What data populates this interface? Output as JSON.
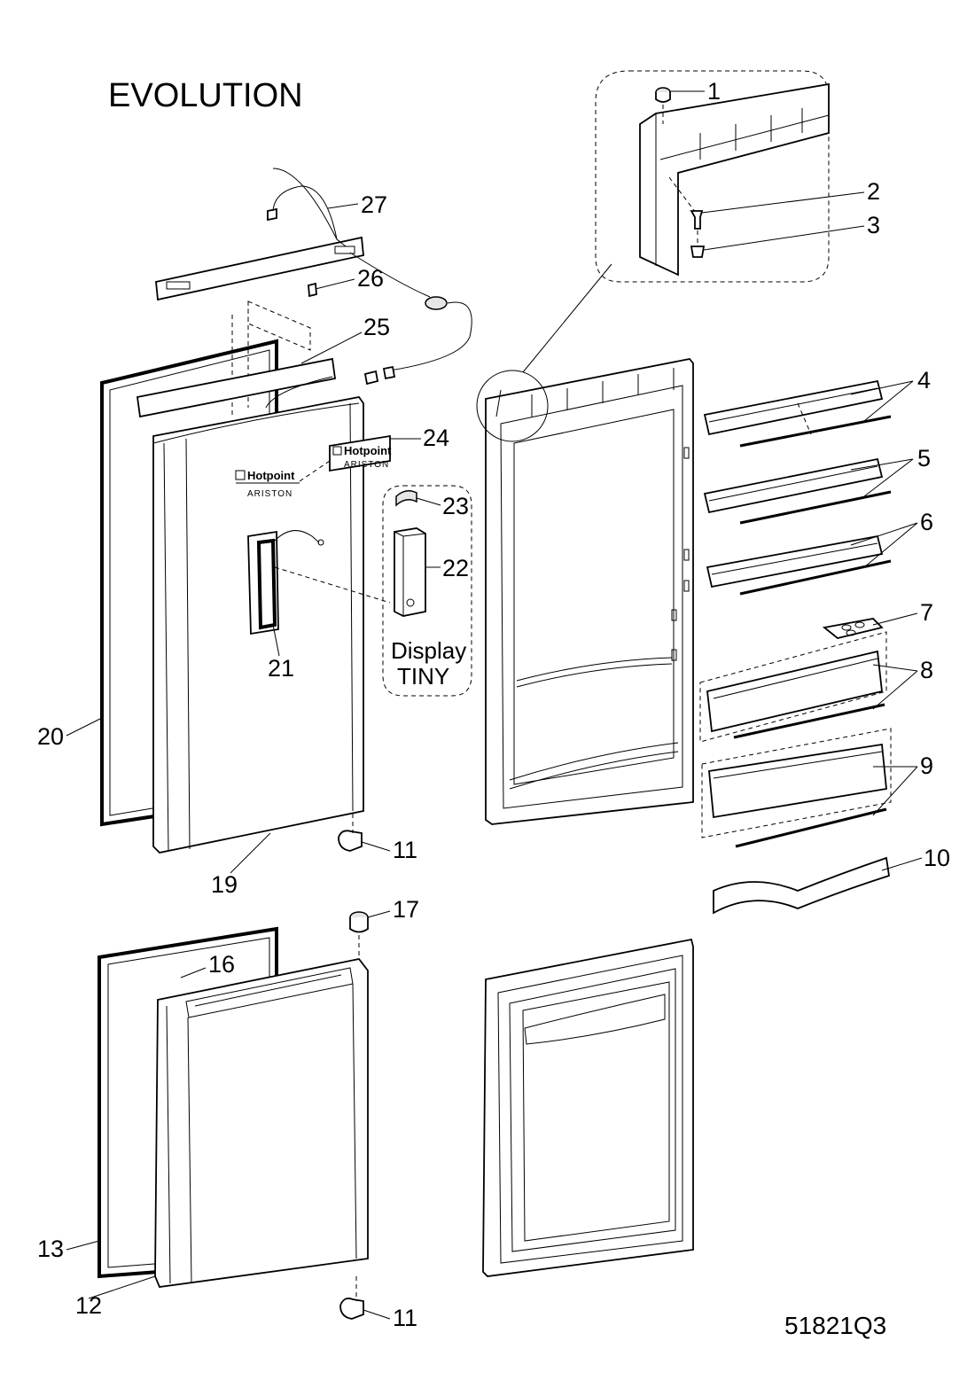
{
  "title": "EVOLUTION",
  "drawing_code": "51821Q3",
  "display_group": {
    "line1": "Display",
    "line2": "TINY"
  },
  "brand": {
    "name": "Hotpoint",
    "sub": "ARISTON"
  },
  "labels": {
    "p1": "1",
    "p2": "2",
    "p3": "3",
    "p4": "4",
    "p5": "5",
    "p6": "6",
    "p7": "7",
    "p8": "8",
    "p9": "9",
    "p10": "10",
    "p11a": "11",
    "p11b": "11",
    "p12": "12",
    "p13": "13",
    "p16": "16",
    "p17": "17",
    "p19": "19",
    "p20": "20",
    "p21": "21",
    "p22": "22",
    "p23": "23",
    "p24": "24",
    "p25": "25",
    "p26": "26",
    "p27": "27"
  }
}
